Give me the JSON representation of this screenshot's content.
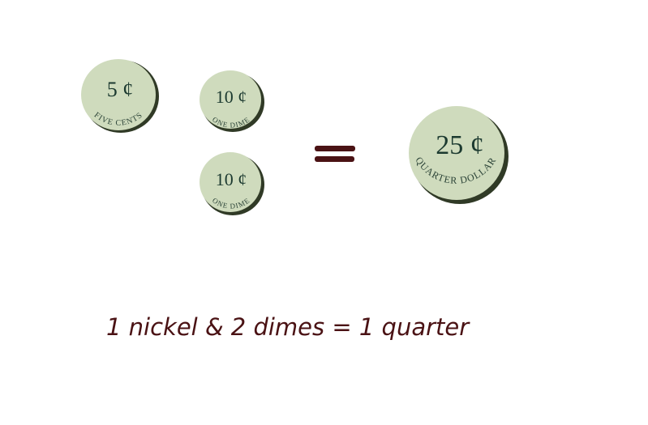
{
  "coins": {
    "nickel": {
      "value_label": "5 ¢",
      "rim_label": "FIVE CENTS",
      "face_color": "#cfdbbd"
    },
    "dime_1": {
      "value_label": "10 ¢",
      "rim_label": "ONE DIME",
      "face_color": "#cfdbbd"
    },
    "dime_2": {
      "value_label": "10 ¢",
      "rim_label": "ONE DIME",
      "face_color": "#cfdbbd"
    },
    "quarter": {
      "value_label": "25 ¢",
      "rim_label": "QUARTER DOLLAR",
      "face_color": "#cfdbbd"
    }
  },
  "operator": {
    "symbol": "equals-sign",
    "color": "#4a1214"
  },
  "caption": {
    "text": "1 nickel & 2 dimes = 1 quarter",
    "color": "#4a1214"
  }
}
